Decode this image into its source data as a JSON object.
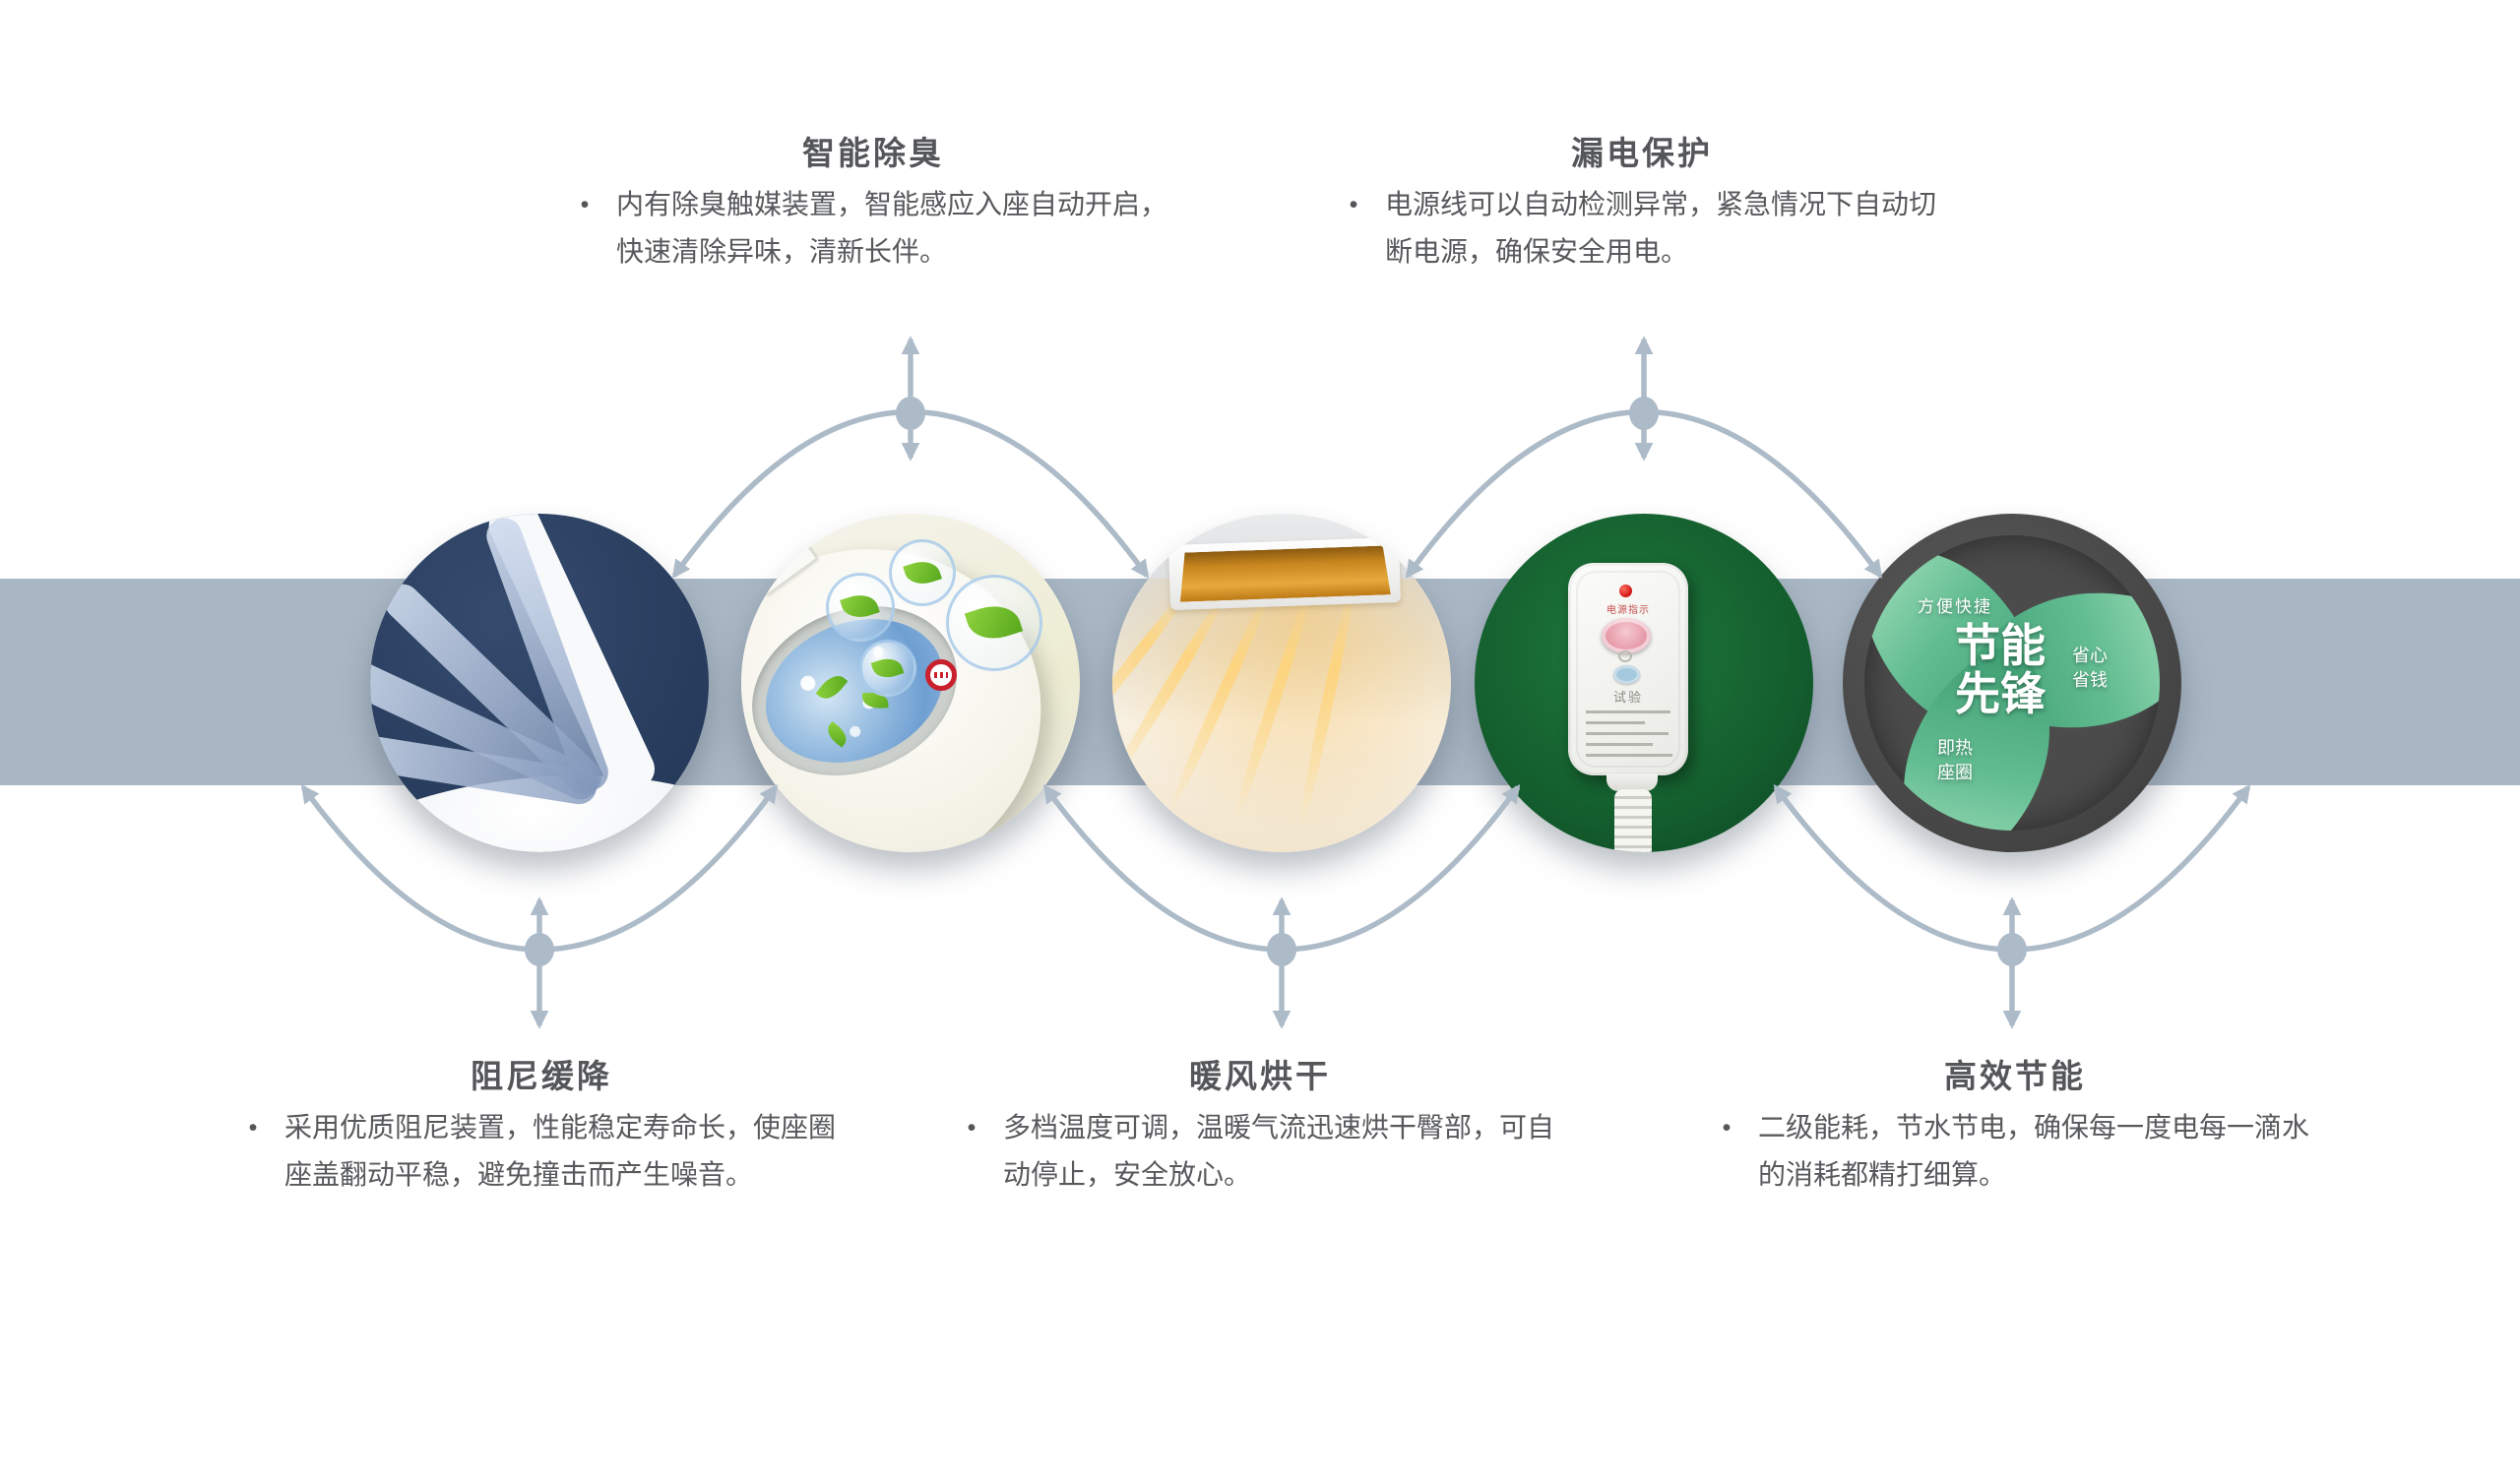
{
  "band": {
    "color": "#a9b6c4"
  },
  "arrows": {
    "color": "#adbbc9"
  },
  "bullet_char": "•",
  "features": [
    {
      "key": "damping",
      "title": "阻尼缓降",
      "description": "采用优质阻尼装置，性能稳定寿命长，使座圈座盖翻动平稳，避免撞击而产生噪音。",
      "text_position": "bottom"
    },
    {
      "key": "deodorize",
      "title": "智能除臭",
      "description": "内有除臭触媒装置，智能感应入座自动开启，快速清除异味，清新长伴。",
      "text_position": "top"
    },
    {
      "key": "warm-air-dry",
      "title": "暖风烘干",
      "description": "多档温度可调，温暖气流迅速烘干臀部，可自动停止，安全放心。",
      "text_position": "bottom"
    },
    {
      "key": "leakage-protection",
      "title": "漏电保护",
      "description": "电源线可以自动检测异常，紧急情况下自动切断电源，确保安全用电。",
      "text_position": "top"
    },
    {
      "key": "energy-saving",
      "title": "高效节能",
      "description": "二级能耗，节水节电，确保每一度电每一滴水的消耗都精打细算。",
      "text_position": "bottom"
    }
  ],
  "plug": {
    "indicator_label": "电源指示",
    "test_label": "试验"
  },
  "energy_badge": {
    "main_line1": "节能",
    "main_line2": "先锋",
    "top_left": "方便快捷",
    "right_line1": "省心",
    "right_line2": "省钱",
    "bottom_left_line1": "即热",
    "bottom_left_line2": "座圈"
  }
}
